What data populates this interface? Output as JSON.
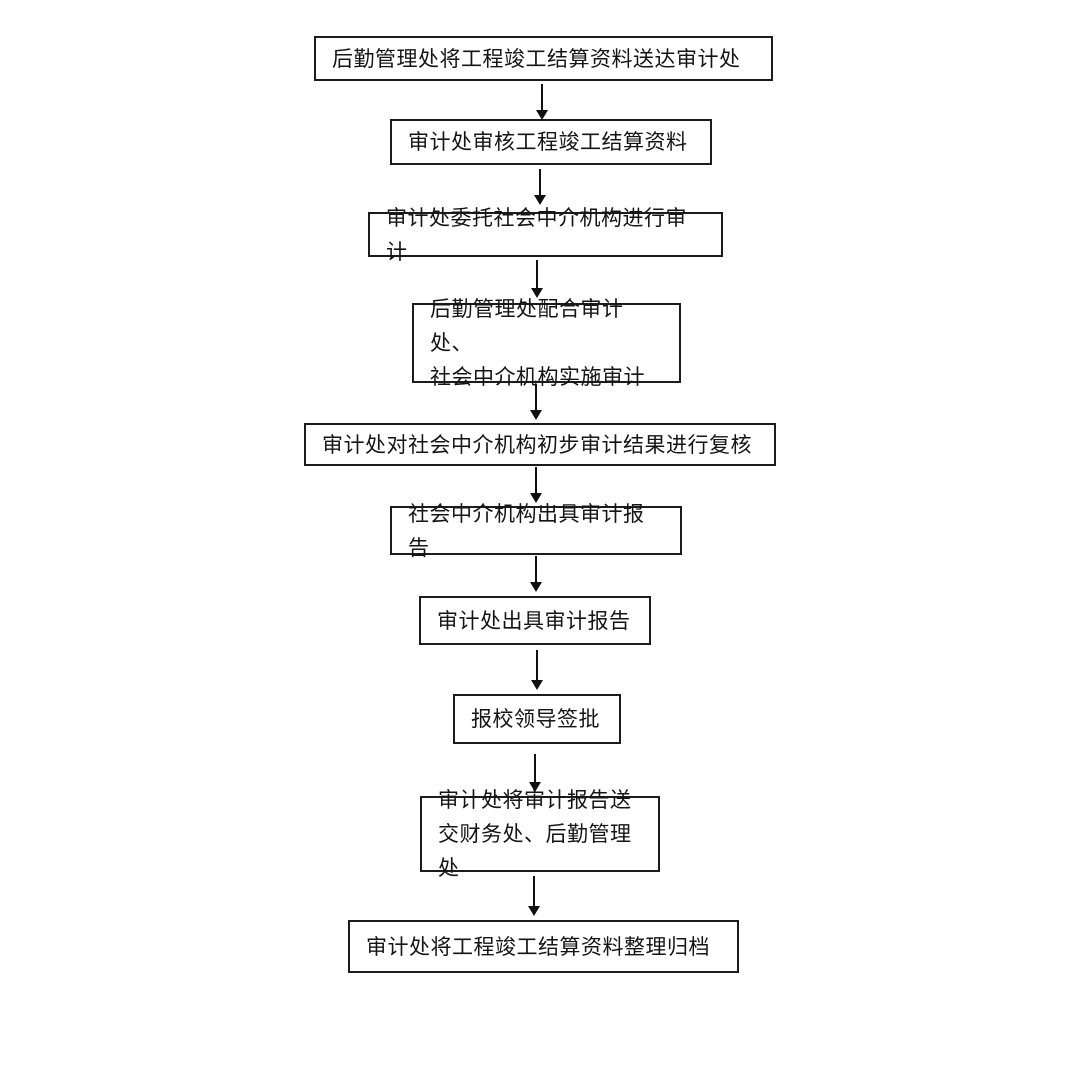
{
  "flowchart": {
    "steps": [
      {
        "label": "后勤管理处将工程竣工结算资料送达审计处"
      },
      {
        "label": "审计处审核工程竣工结算资料"
      },
      {
        "label": "审计处委托社会中介机构进行审计"
      },
      {
        "label": "后勤管理处配合审计处、\n社会中介机构实施审计"
      },
      {
        "label": "审计处对社会中介机构初步审计结果进行复核"
      },
      {
        "label": "社会中介机构出具审计报告"
      },
      {
        "label": "审计处出具审计报告"
      },
      {
        "label": "报校领导签批"
      },
      {
        "label": "审计处将审计报告送\n交财务处、后勤管理处"
      },
      {
        "label": "审计处将工程竣工结算资料整理归档"
      }
    ],
    "colors": {
      "border": "#1c1c1c",
      "text": "#151515",
      "arrow": "#111111",
      "background": "#ffffff"
    }
  }
}
